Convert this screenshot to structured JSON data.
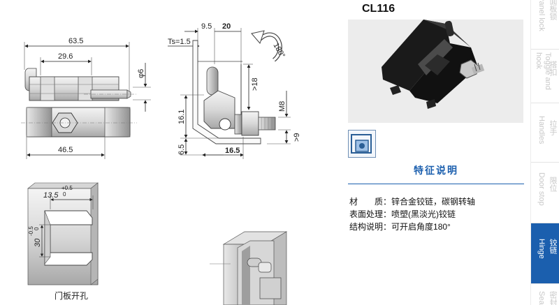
{
  "product": {
    "code": "CL116"
  },
  "drawing": {
    "top_view": {
      "dim_overall": "63.5",
      "dim_mid": "29.6",
      "dim_pin": "φ6",
      "dim_bottom": "46.5"
    },
    "side_view": {
      "dim_9_5": "9.5",
      "dim_20": "20",
      "dim_ts": "Ts=1.5",
      "dim_180": "180°",
      "dim_18": ">18",
      "dim_m8": "M8",
      "dim_16_1": "16.1",
      "dim_gt9": ">9",
      "dim_6_5": "6.5",
      "dim_16_5": "16.5"
    },
    "cutout": {
      "dim_width": "13.5",
      "dim_width_tol_top": "+0.5",
      "dim_width_tol_bot": "0",
      "dim_height": "30",
      "dim_height_tol_top": "-0.5",
      "dim_height_tol_bot": "0",
      "caption": "门板开孔"
    }
  },
  "features": {
    "heading": "特征说明",
    "material_label": "材　　质：",
    "material_value": "锌合金铰链，碳钢转轴",
    "surface_label": "表面处理：",
    "surface_value": "喷塑(黑淡光)铰链",
    "structure_label": "结构说明：",
    "structure_value": "可开启角度180°"
  },
  "sidebar": {
    "items": [
      {
        "zh": "面板锁",
        "en": "Panel lock",
        "active": false
      },
      {
        "zh": "搭扣",
        "en": "Toggle and hook",
        "active": false
      },
      {
        "zh": "拉手",
        "en": "Handles",
        "active": false
      },
      {
        "zh": "限位",
        "en": "Door stop",
        "active": false
      },
      {
        "zh": "铰链",
        "en": "Hinge",
        "active": true
      },
      {
        "zh": "密封",
        "en": "Seal",
        "active": false
      }
    ]
  },
  "colors": {
    "accent": "#1b5fae",
    "sidebar_active": "#1b5fae",
    "sidebar_inactive_text": "#c8c8c8"
  }
}
